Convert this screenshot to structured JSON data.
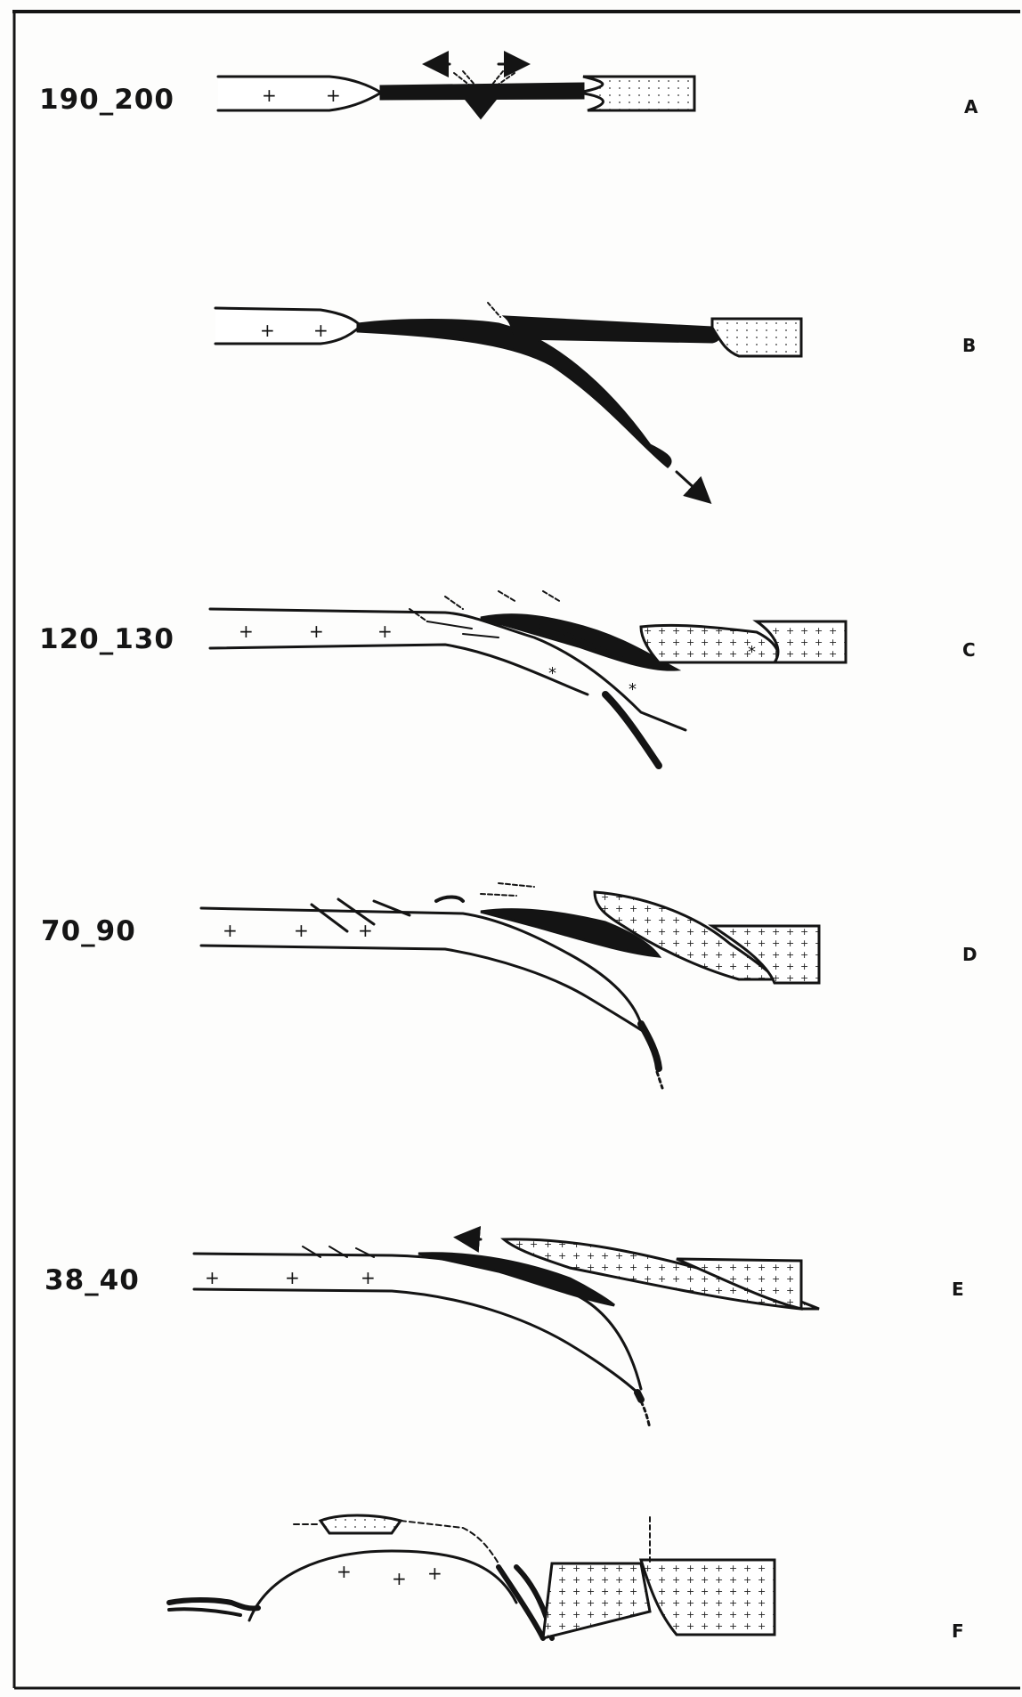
{
  "figure": {
    "ink_color": "#141414",
    "background_color": "#fdfdfc",
    "dot_fill_color": "#ffffff",
    "panels": [
      {
        "letter": "A",
        "age": "190_200",
        "marks": "+ +"
      },
      {
        "letter": "B",
        "age": "",
        "marks": "+ +"
      },
      {
        "letter": "C",
        "age": "120_130",
        "marks": "+ + +"
      },
      {
        "letter": "D",
        "age": "70_90",
        "marks": "+ + +"
      },
      {
        "letter": "E",
        "age": "38_40",
        "marks": "+ + +"
      },
      {
        "letter": "F",
        "age": "",
        "marks": "+ + +"
      }
    ]
  }
}
